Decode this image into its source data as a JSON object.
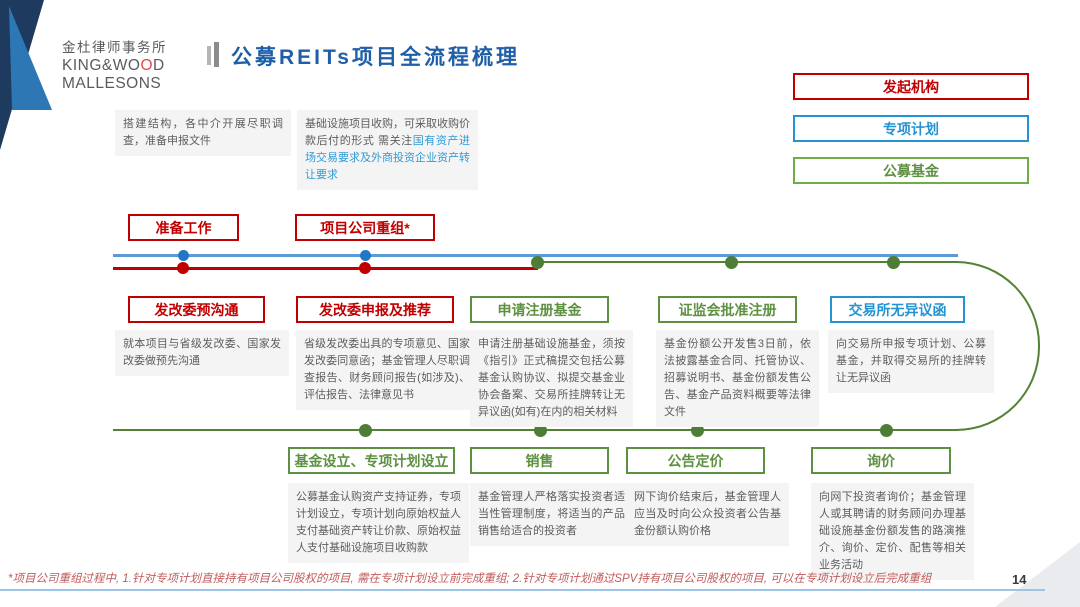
{
  "page": {
    "title": "公募REITs项目全流程梳理",
    "page_number": "14",
    "footnote": "*项目公司重组过程中, 1.针对专项计划直接持有项目公司股权的项目, 需在专项计划设立前完成重组; 2.针对专项计划通过SPV持有项目公司股权的项目, 可以在专项计划设立后完成重组"
  },
  "logo": {
    "cn": "金杜律师事务所",
    "en1a": "KING&W",
    "en1b": "O",
    "en1c": "O",
    "en1d": "D",
    "en2": "MALLESONS"
  },
  "legend": [
    {
      "label": "发起机构",
      "color": "#c00000"
    },
    {
      "label": "专项计划",
      "color": "#2493d1"
    },
    {
      "label": "公募基金",
      "color": "#70ad47"
    }
  ],
  "notes": {
    "note1": "搭建结构，各中介开展尽职调查，准备申报文件",
    "note2_line1": "基础设施项目收购，可采取收购价款后付的形式",
    "note2_prefix": "需关注",
    "note2_blue": "国有资产进场交易要求及外商投资企业资产转让要求"
  },
  "stages_top": [
    {
      "label": "准备工作"
    },
    {
      "label": "项目公司重组*"
    }
  ],
  "stages_mid": [
    {
      "label": "发改委预沟通",
      "desc": "就本项目与省级发改委、国家发改委做预先沟通"
    },
    {
      "label": "发改委申报及推荐",
      "desc": "省级发改委出具的专项意见、国家发改委同意函；基金管理人尽职调查报告、财务顾问报告(如涉及)、评估报告、法律意见书"
    },
    {
      "label": "申请注册基金",
      "desc": "申请注册基础设施基金，须按《指引》正式稿提交包括公募基金认购协议、拟提交基金业协会备案、交易所挂牌转让无异议函(如有)在内的相关材料"
    },
    {
      "label": "证监会批准注册",
      "desc": "基金份额公开发售3日前，依法披露基金合同、托管协议、招募说明书、基金份额发售公告、基金产品资料概要等法律文件"
    },
    {
      "label": "交易所无异议函",
      "desc": "向交易所申报专项计划、公募基金，并取得交易所的挂牌转让无异议函"
    }
  ],
  "stages_bottom": [
    {
      "label": "基金设立、专项计划设立",
      "desc": "公募基金认购资产支持证券，专项计划设立，专项计划向原始权益人支付基础资产转让价款、原始权益人支付基础设施项目收购款"
    },
    {
      "label": "销售",
      "desc": "基金管理人严格落实投资者适当性管理制度，将适当的产品销售给适合的投资者"
    },
    {
      "label": "公告定价",
      "desc": "网下询价结束后，基金管理人应当及时向公众投资者公告基金份额认购价格"
    },
    {
      "label": "询价",
      "desc": "向网下投资者询价；基金管理人或其聘请的财务顾问办理基础设施基金份额发售的路演推介、询价、定价、配售等相关业务活动"
    }
  ],
  "colors": {
    "sponsor_red": "#c00000",
    "plan_blue": "#2493d1",
    "fund_green": "#70ad47",
    "line_blue": "#5b9bd5",
    "line_green": "#538135",
    "title_blue": "#1e5fa8"
  }
}
